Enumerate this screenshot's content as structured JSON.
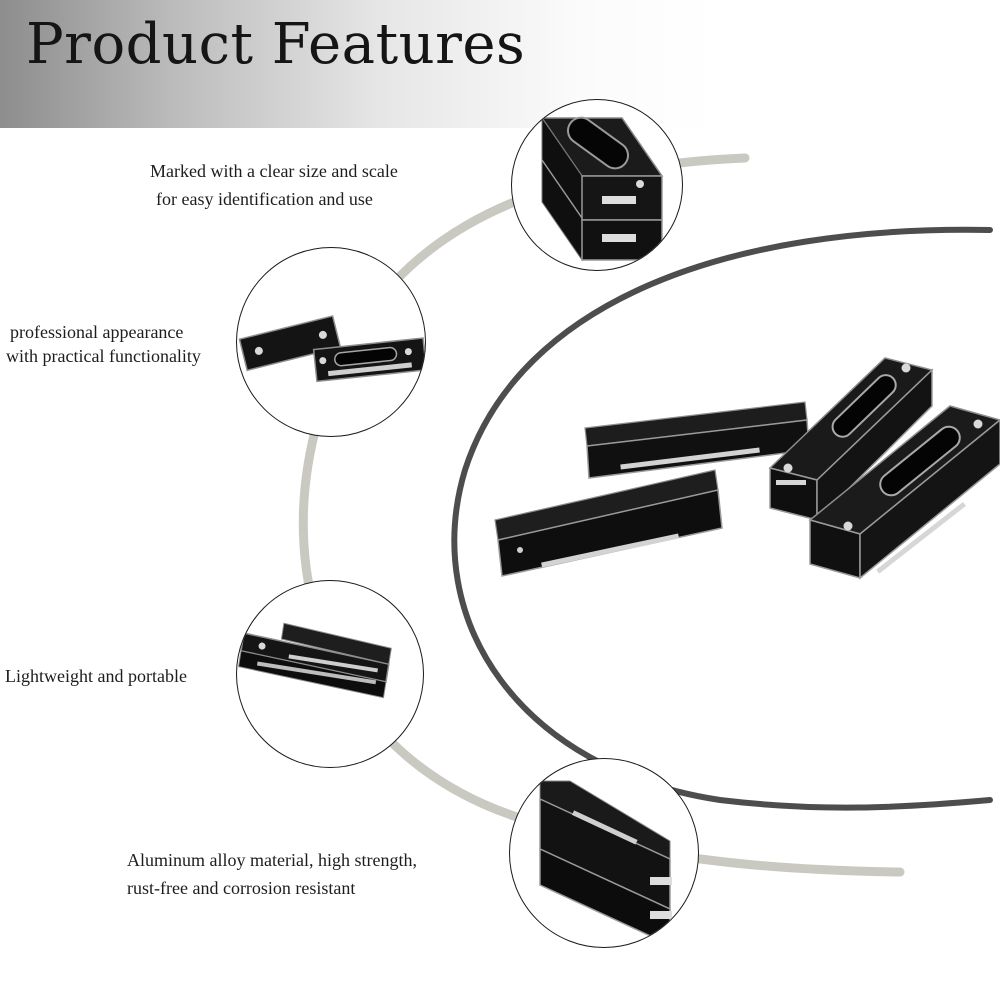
{
  "page": {
    "title": "Product Features"
  },
  "features": [
    {
      "lines": [
        "Marked with a clear size and scale",
        "for easy identification and use"
      ],
      "icon": "gauge-block-end-view-icon"
    },
    {
      "lines": [
        "professional appearance",
        "with practical functionality"
      ],
      "icon": "gauge-block-pair-icon"
    },
    {
      "lines": [
        "Lightweight and portable"
      ],
      "icon": "gauge-block-rail-icon"
    },
    {
      "lines": [
        "Aluminum alloy material, high strength,",
        "rust-free and corrosion resistant"
      ],
      "icon": "gauge-block-profile-icon"
    }
  ],
  "colors": {
    "block": "#121212",
    "edge": "#9a9a9a",
    "arc_light": "#c9c9c2",
    "arc_dark": "#4d4d4d"
  }
}
